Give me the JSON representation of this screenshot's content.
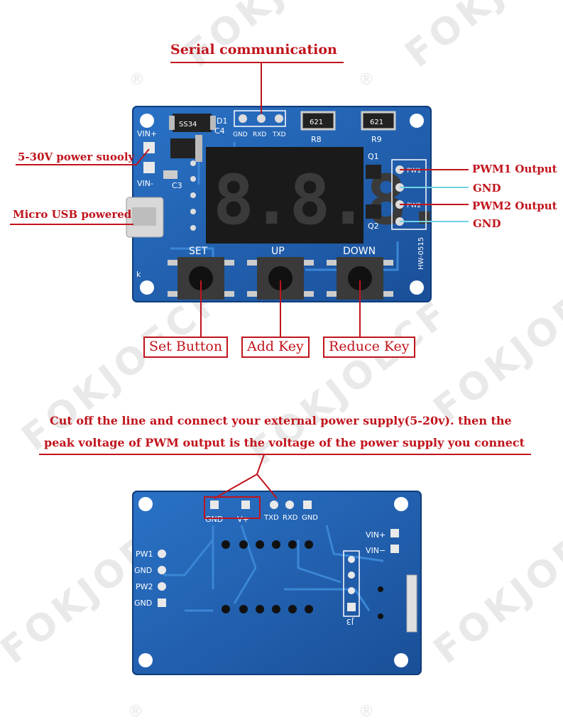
{
  "watermark": {
    "brand": "FOKJOECF",
    "registered": "®"
  },
  "top_board": {
    "callouts": {
      "serial": "Serial communication",
      "power": "5-30V power suooly",
      "usb": "Micro USB powered",
      "pwm1": "PWM1 Output",
      "gnd1": "GND",
      "pwm2": "PWM2 Output",
      "gnd2": "GND"
    },
    "buttons": {
      "set": "Set Button",
      "add": "Add Key",
      "reduce": "Reduce Key"
    },
    "silkscreen": {
      "vin_plus": "VIN+",
      "vin_minus": "VIN-",
      "d1": "D1",
      "c4": "C4",
      "c3": "C3",
      "gnd": "GND",
      "rxd": "RXD",
      "txd": "TXD",
      "r8": "R8",
      "r9": "R9",
      "r8_code": "621",
      "r9_code": "621",
      "diode_code": "SS34",
      "q1": "Q1",
      "q2": "Q2",
      "pw1": "PW1",
      "pw2": "PW2",
      "set": "SET",
      "up": "UP",
      "down": "DOWN",
      "model": "HW-0515",
      "k": "k",
      "display": "8.8.8."
    }
  },
  "bottom_board": {
    "note_line1": "Cut off the line and connect your external power supply(5-20v).  then the",
    "note_line2": "peak voltage of PWM output is the voltage of the power supply you connect",
    "silkscreen": {
      "gnd_a": "GND",
      "v_plus": "V+",
      "txd": "TXD",
      "rxd": "RXD",
      "gnd_b": "GND",
      "vin_plus": "VIN+",
      "vin_minus": "VIN−",
      "pw1": "PW1",
      "gnd_c": "GND",
      "pw2": "PW2",
      "gnd_d": "GND",
      "j3": "J3"
    }
  },
  "colors": {
    "accent": "#c0141c",
    "pcb": "#1e5fae",
    "cyan_line": "#6fd3e6"
  }
}
